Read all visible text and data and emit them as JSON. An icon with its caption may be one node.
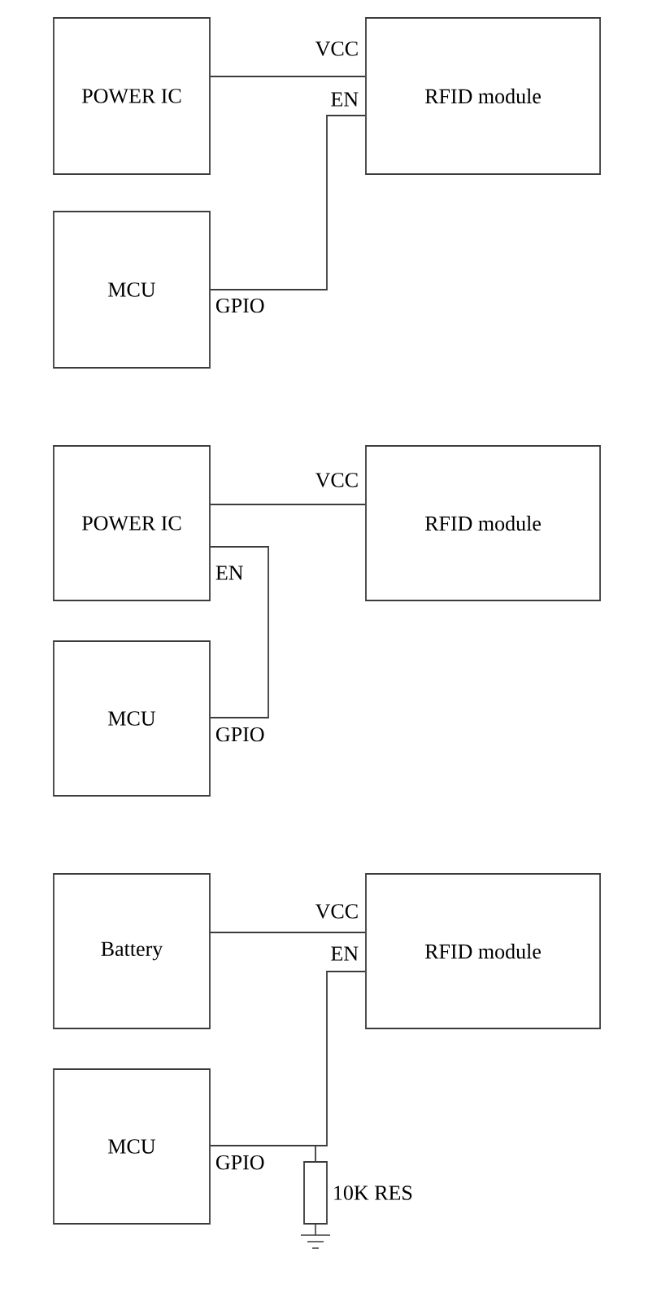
{
  "diagram": {
    "nodes": [
      {
        "text": [
          "POWER IC"
        ]
      },
      {
        "text": [
          "RFID module"
        ]
      },
      {
        "text": [
          "MCU"
        ],
        "beside": [
          "GPIO"
        ]
      },
      {
        "text": [
          "POWER IC"
        ]
      },
      {
        "text": [
          "RFID module"
        ]
      },
      {
        "text": [
          "MCU"
        ],
        "beside": [
          "GPIO"
        ]
      },
      {
        "text": [
          "Battery"
        ]
      },
      {
        "text": [
          "RFID module"
        ]
      },
      {
        "text": [
          "MCU"
        ],
        "beside": [
          "GPIO"
        ]
      },
      {
        "text": [],
        "shape": "box",
        "beside": [
          "10K RES"
        ]
      }
    ],
    "edges": [
      {
        "from": 0,
        "to": 1,
        "arrow": "none"
      },
      {
        "from": 2,
        "to": 1,
        "arrow": "none"
      },
      {
        "from": 3,
        "to": 4,
        "arrow": "none"
      },
      {
        "from": 5,
        "to": 3,
        "arrow": "none"
      },
      {
        "from": 6,
        "to": 7,
        "arrow": "none"
      },
      {
        "from": 8,
        "to": 7,
        "arrow": "none"
      },
      {
        "from": 8,
        "to": 9,
        "arrow": "none"
      }
    ],
    "labels": [
      "VCC",
      "EN",
      "VCC",
      "EN",
      "VCC",
      "EN"
    ]
  }
}
